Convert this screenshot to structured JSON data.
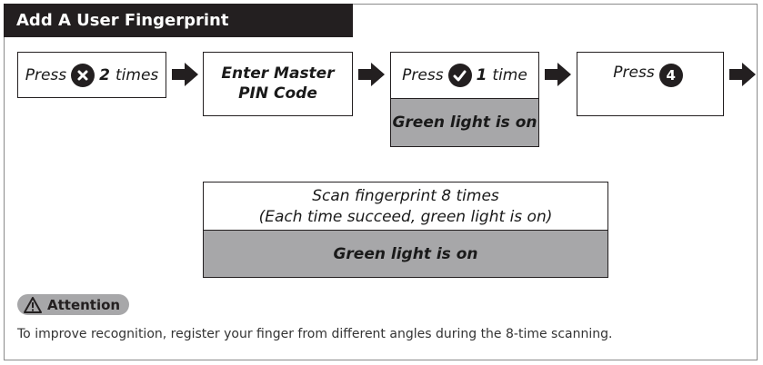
{
  "title": "Add A User Fingerprint",
  "steps": [
    {
      "prefix": "Press",
      "icon": "x-circle-icon",
      "count": "2",
      "suffix": "times"
    },
    {
      "text_line1": "Enter Master",
      "text_line2": "PIN Code"
    },
    {
      "prefix": "Press",
      "icon": "check-circle-icon",
      "count": "1",
      "suffix": "time",
      "status": "Green light is on"
    },
    {
      "prefix": "Press",
      "icon_text": "4"
    }
  ],
  "scan": {
    "line1": "Scan fingerprint 8 times",
    "line2": "(Each time succeed, green light is on)",
    "status": "Green light is on"
  },
  "attention": {
    "label": "Attention",
    "note": "To improve recognition, register your finger from different angles during the 8-time scanning."
  },
  "colors": {
    "dark": "#231f20",
    "gray": "#a7a7a9"
  }
}
